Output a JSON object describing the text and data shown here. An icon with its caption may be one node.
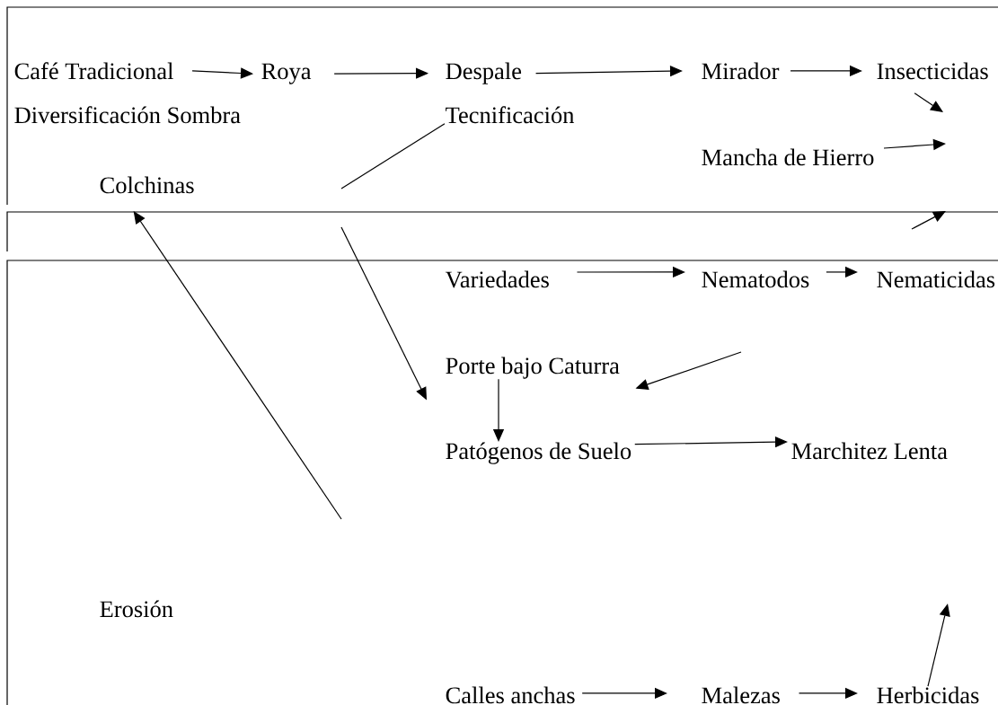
{
  "diagram": {
    "nodes": [
      {
        "text": [
          "Café Tradicional"
        ]
      },
      {
        "text": [
          "Roya"
        ]
      },
      {
        "text": [
          "Despale"
        ]
      },
      {
        "text": [
          "Mirador"
        ]
      },
      {
        "text": [
          "Insecticidas"
        ]
      },
      {
        "text": [
          "Diversificación Sombra"
        ]
      },
      {
        "text": [
          "Tecnificación"
        ]
      },
      {
        "text": [
          "Mancha de Hierro"
        ]
      },
      {
        "text": [
          "Colchinas"
        ]
      },
      {
        "text": [
          "Variedades"
        ]
      },
      {
        "text": [
          "Nematodos"
        ]
      },
      {
        "text": [
          "Nematicidas"
        ]
      },
      {
        "text": [
          "Porte bajo Caturra"
        ]
      },
      {
        "text": [
          "Patógenos de Suelo"
        ]
      },
      {
        "text": [
          "Marchitez Lenta"
        ]
      },
      {
        "text": [
          "Erosión"
        ]
      },
      {
        "text": [
          "Calles anchas"
        ]
      },
      {
        "text": [
          "Malezas"
        ]
      },
      {
        "text": [
          "Herbicidas"
        ]
      }
    ],
    "edges": [
      {
        "from": 0,
        "to": 1,
        "arrow": "to"
      },
      {
        "from": 1,
        "to": 2,
        "arrow": "to"
      },
      {
        "from": 2,
        "to": 3,
        "arrow": "to"
      },
      {
        "from": 3,
        "to": 4,
        "arrow": "to"
      },
      {
        "from": 4,
        "to": null,
        "arrow": "to"
      },
      {
        "from": 6,
        "to": null,
        "arrow": "none"
      },
      {
        "from": 7,
        "to": null,
        "arrow": "to"
      },
      {
        "from": null,
        "to": 8,
        "arrow": "to"
      },
      {
        "from": null,
        "to": 12,
        "arrow": "to"
      },
      {
        "from": 9,
        "to": 10,
        "arrow": "to"
      },
      {
        "from": 10,
        "to": 11,
        "arrow": "to"
      },
      {
        "from": null,
        "to": 12,
        "arrow": "to"
      },
      {
        "from": 12,
        "to": 13,
        "arrow": "to"
      },
      {
        "from": 13,
        "to": 14,
        "arrow": "to"
      },
      {
        "from": 16,
        "to": 17,
        "arrow": "to"
      },
      {
        "from": 17,
        "to": 18,
        "arrow": "to"
      },
      {
        "from": 18,
        "to": null,
        "arrow": "to"
      }
    ]
  }
}
